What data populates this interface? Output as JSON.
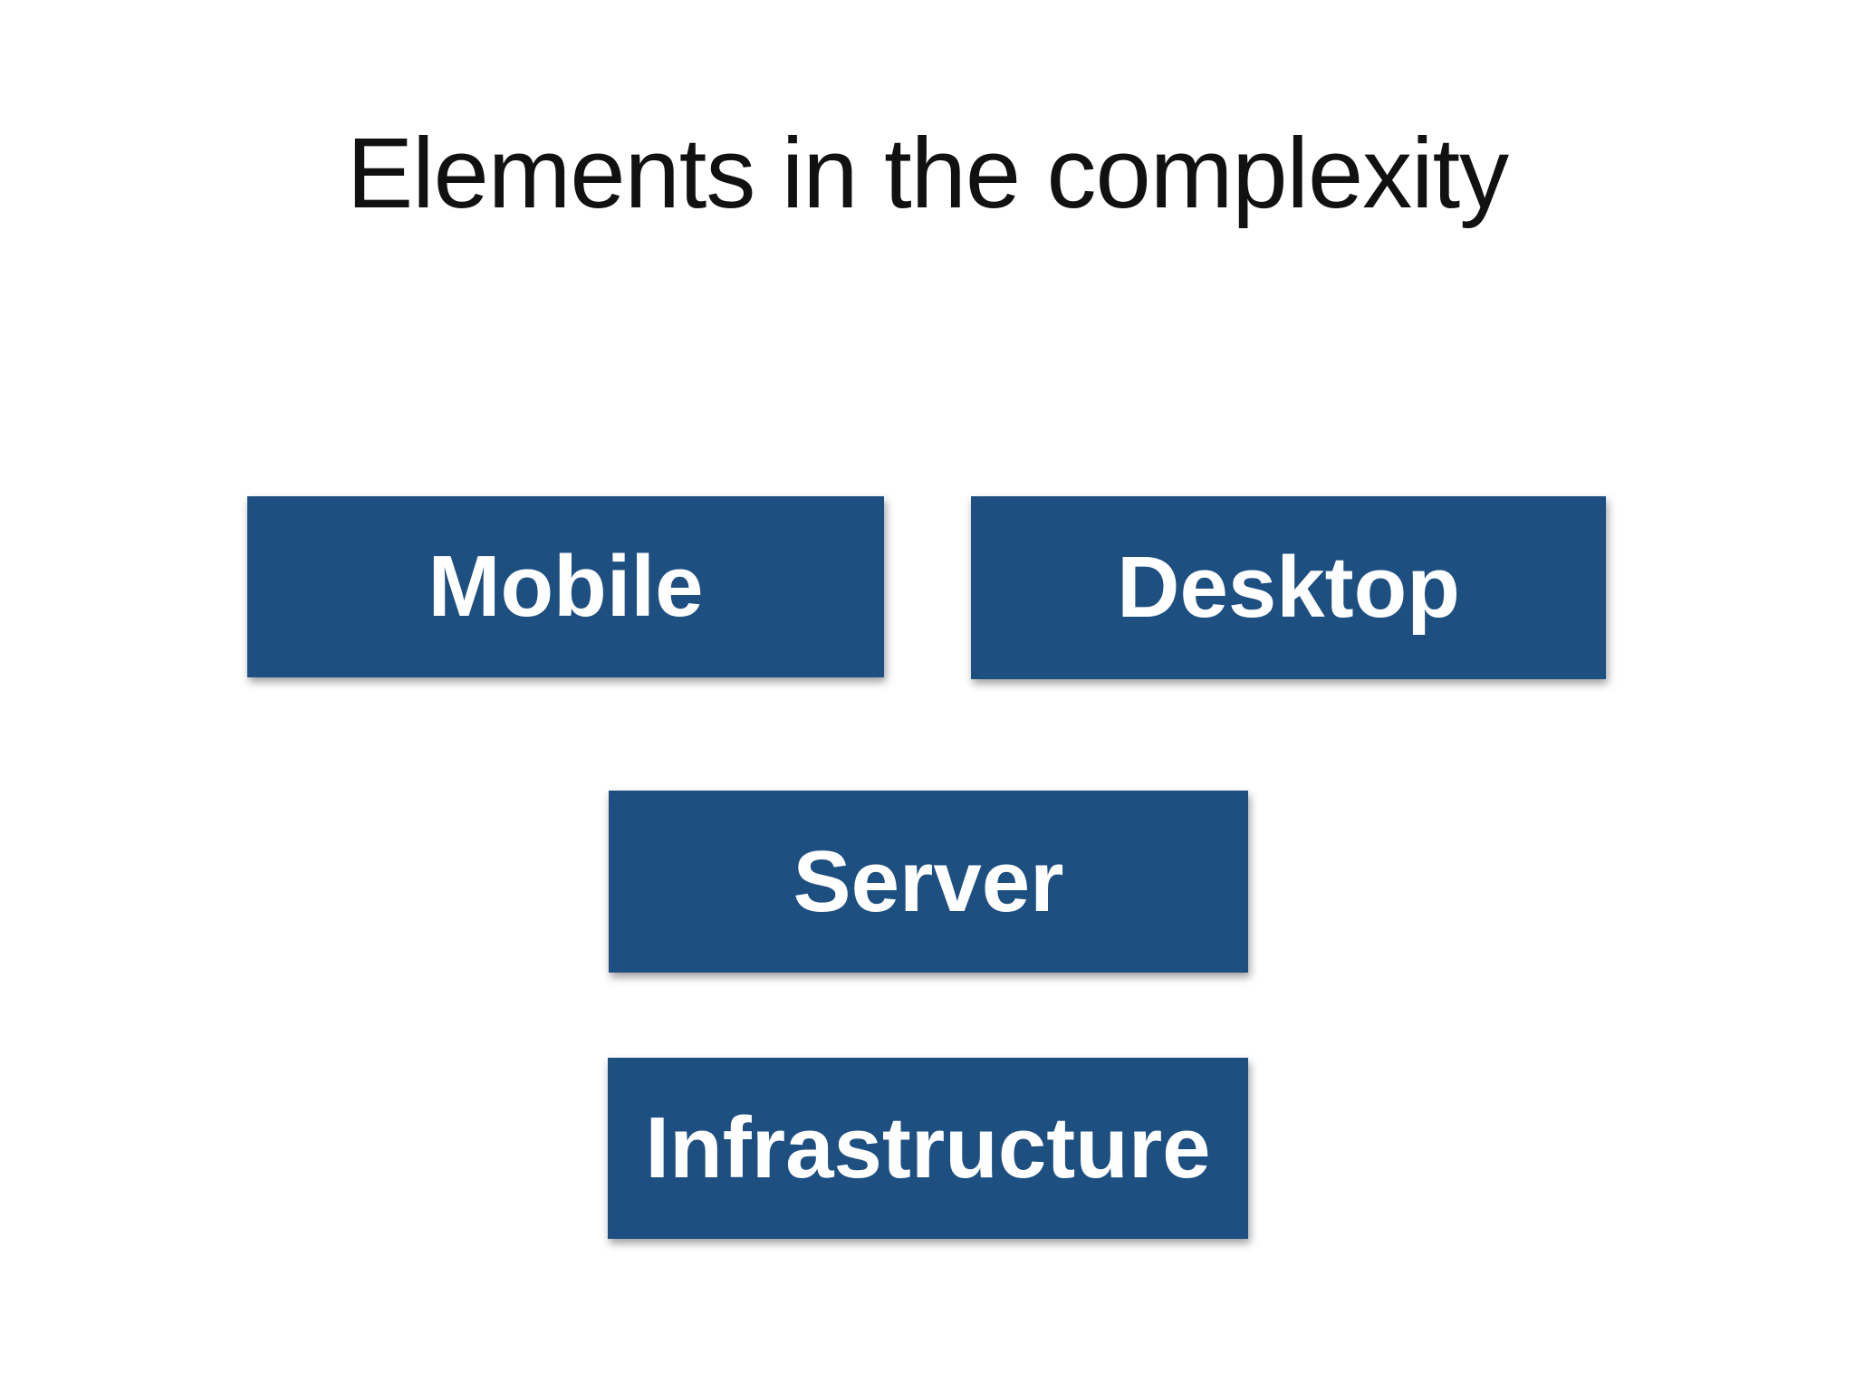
{
  "slide": {
    "title": "Elements in the complexity"
  },
  "boxes": [
    {
      "label": "Mobile"
    },
    {
      "label": "Desktop"
    },
    {
      "label": "Server"
    },
    {
      "label": "Infrastructure"
    }
  ],
  "colors": {
    "background": "#FFFFFF",
    "box_fill": "#1D4F80",
    "box_label": "#FFFFFF",
    "title_text": "#111111"
  }
}
